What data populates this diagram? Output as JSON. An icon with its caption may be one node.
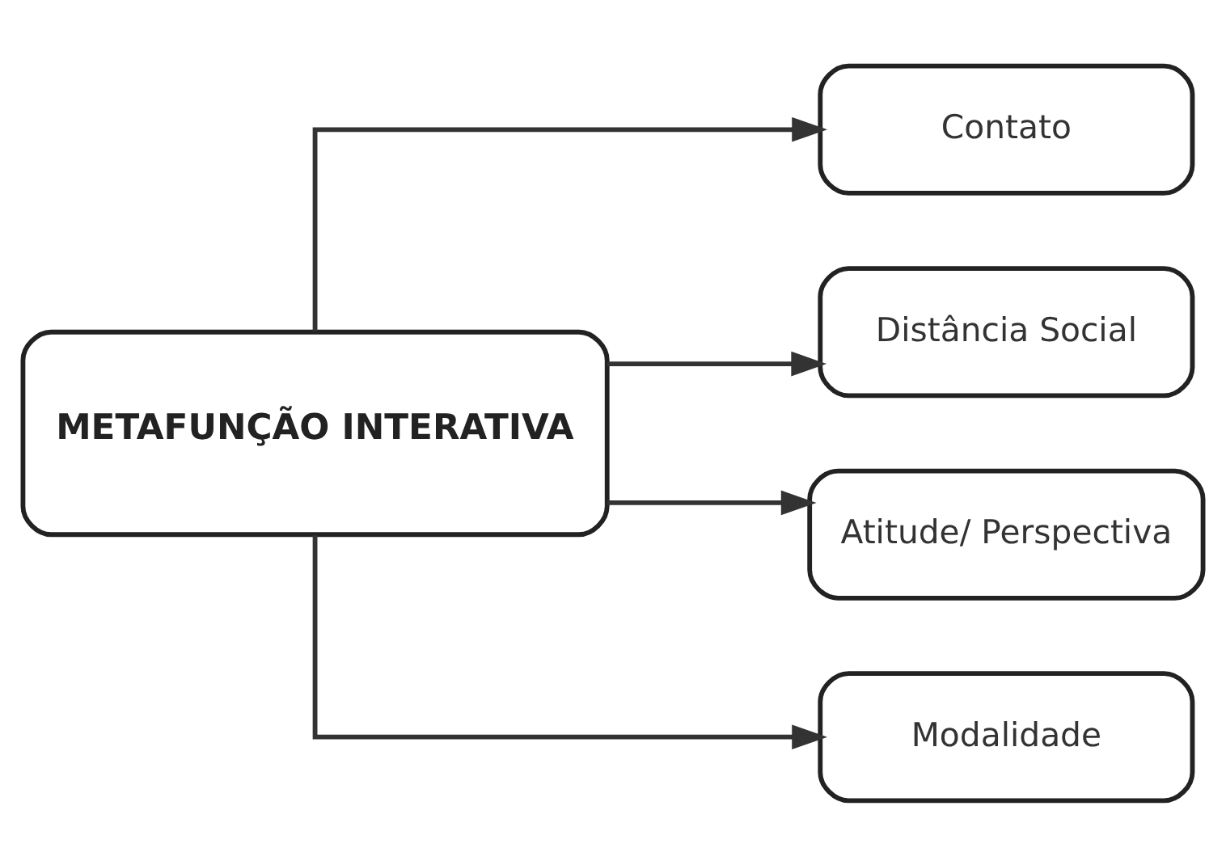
{
  "diagram": {
    "nodes": [
      {
        "text": [
          "METAFUNÇÃO INTERATIVA"
        ]
      },
      {
        "text": [
          "Contato"
        ]
      },
      {
        "text": [
          "Distância Social"
        ]
      },
      {
        "text": [
          "Atitude/ Perspectiva"
        ]
      },
      {
        "text": [
          "Modalidade"
        ]
      }
    ],
    "edges": [
      {
        "from": 0,
        "to": 1,
        "arrow": "to"
      },
      {
        "from": 0,
        "to": 2,
        "arrow": "to"
      },
      {
        "from": 0,
        "to": 3,
        "arrow": "to"
      },
      {
        "from": 0,
        "to": 4,
        "arrow": "to"
      }
    ]
  }
}
